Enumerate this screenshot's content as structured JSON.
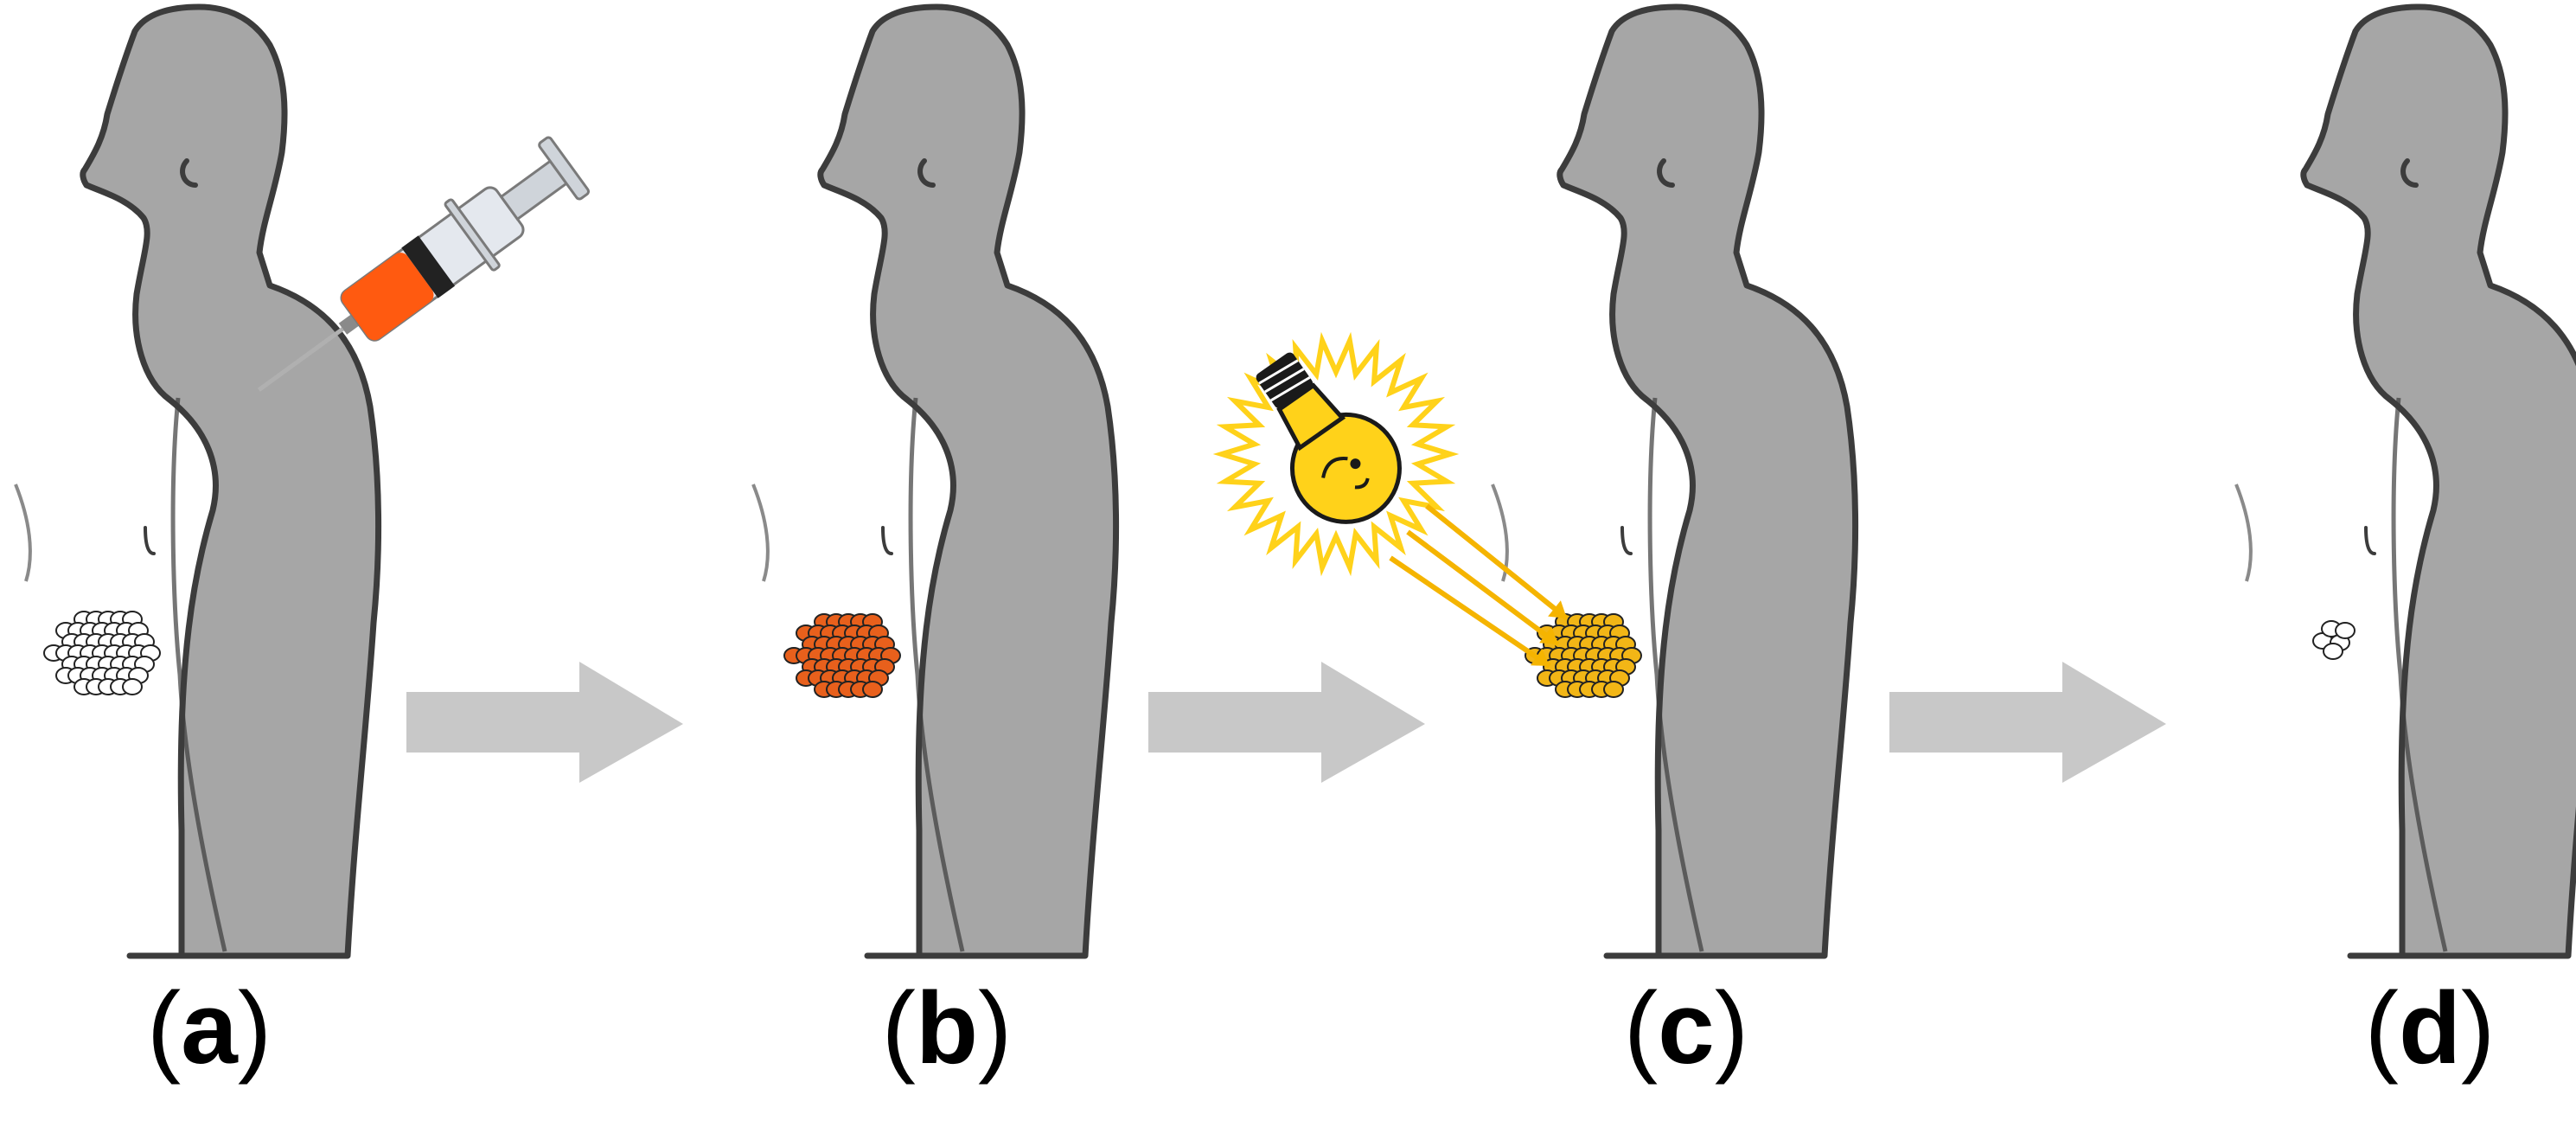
{
  "panels": [
    {
      "label": "a",
      "cluster_color": "#ffffff",
      "cluster_size": "large"
    },
    {
      "label": "b",
      "cluster_color": "#e8601c",
      "cluster_size": "large"
    },
    {
      "label": "c",
      "cluster_color": "#f2b616",
      "cluster_size": "large"
    },
    {
      "label": "d",
      "cluster_color": "#ffffff",
      "cluster_size": "small"
    }
  ],
  "colors": {
    "body": "#a6a6a6",
    "body_outline": "#3c3c3c",
    "arrow": "#c8c8c8",
    "syringe_fluid": "#ff5a10",
    "bulb": "#ffd21a",
    "light_rays": "#f5b400"
  },
  "icons": {
    "syringe": "syringe-icon",
    "lightbulb": "lightbulb-icon",
    "arrow": "arrow-right-icon"
  }
}
